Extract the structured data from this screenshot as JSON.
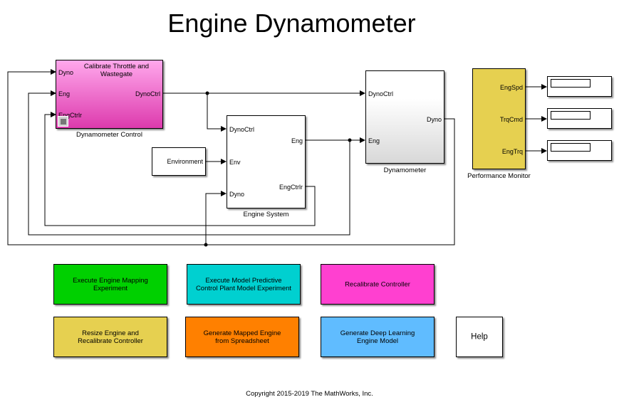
{
  "title": "Engine Dynamometer",
  "blocks": {
    "dyno_control": {
      "name": "Dynamometer Control",
      "inner_text": "Calibrate Throttle and Wastegate",
      "inputs": [
        "Dyno",
        "Eng",
        "EngCtrlr"
      ],
      "outputs": [
        "DynoCtrl"
      ],
      "color": "#e040b0"
    },
    "engine_system": {
      "name": "Engine System",
      "inputs": [
        "DynoCtrl",
        "Env",
        "Dyno"
      ],
      "outputs": [
        "Eng",
        "EngCtrlr"
      ]
    },
    "environment": {
      "name": "Environment"
    },
    "dynamometer": {
      "name": "Dynamometer",
      "inputs": [
        "DynoCtrl",
        "Eng"
      ],
      "outputs": [
        "Dyno"
      ]
    },
    "performance_monitor": {
      "name": "Performance Monitor",
      "outputs": [
        "EngSpd",
        "TrqCmd",
        "EngTrq"
      ],
      "color": "#e6d050"
    },
    "displays": [
      "EngSpd display",
      "TrqCmd display",
      "EngTrq display"
    ]
  },
  "buttons": [
    {
      "label": "Execute Engine Mapping Experiment",
      "color": "#00d000"
    },
    {
      "label": "Execute Model Predictive Control Plant Model Experiment",
      "color": "#00d0d0"
    },
    {
      "label": "Recalibrate Controller",
      "color": "#ff40d0"
    },
    {
      "label": "Resize Engine and Recalibrate Controller",
      "color": "#e6d050"
    },
    {
      "label": "Generate Mapped Engine from Spreadsheet",
      "color": "#ff8000"
    },
    {
      "label": "Generate Deep Learning Engine Model",
      "color": "#60bcff"
    },
    {
      "label": "Help",
      "color": "#ffffff"
    }
  ],
  "button_lines": [
    [
      "Execute Engine Mapping",
      "Experiment"
    ],
    [
      "Execute Model Predictive",
      "Control Plant Model Experiment"
    ],
    [
      "Recalibrate Controller"
    ],
    [
      "Resize Engine and",
      "Recalibrate Controller"
    ],
    [
      "Generate Mapped Engine",
      "from Spreadsheet"
    ],
    [
      "Generate Deep Learning",
      "Engine Model"
    ],
    [
      "Help"
    ]
  ],
  "copyright": "Copyright 2015-2019 The MathWorks, Inc."
}
